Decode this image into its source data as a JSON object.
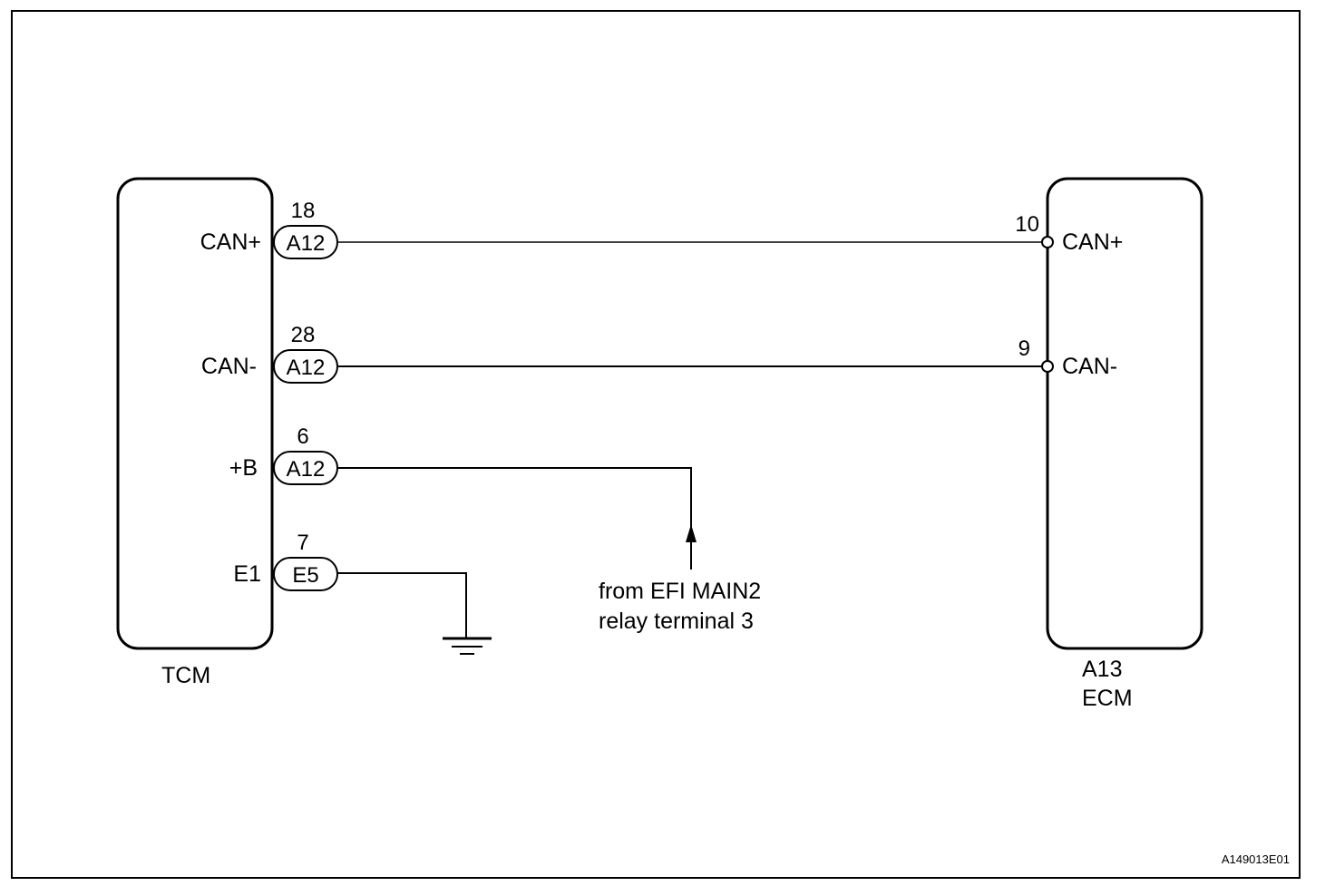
{
  "colors": {
    "line": "#000000",
    "background": "#ffffff"
  },
  "tcm": {
    "name": "TCM",
    "terminals": [
      {
        "signal": "CAN+",
        "pin": "18",
        "connector": "A12"
      },
      {
        "signal": "CAN-",
        "pin": "28",
        "connector": "A12"
      },
      {
        "signal": "+B",
        "pin": "6",
        "connector": "A12"
      },
      {
        "signal": "E1",
        "pin": "7",
        "connector": "E5"
      }
    ]
  },
  "ecm": {
    "connector": "A13",
    "name": "ECM",
    "terminals": [
      {
        "signal": "CAN+",
        "pin": "10"
      },
      {
        "signal": "CAN-",
        "pin": "9"
      }
    ]
  },
  "power_source": {
    "line1": "from EFI MAIN2",
    "line2": "relay terminal 3"
  },
  "ground_icon": "ground-symbol-icon",
  "arrow_icon": "arrow-up-icon",
  "diagram_code": "A149013E01"
}
